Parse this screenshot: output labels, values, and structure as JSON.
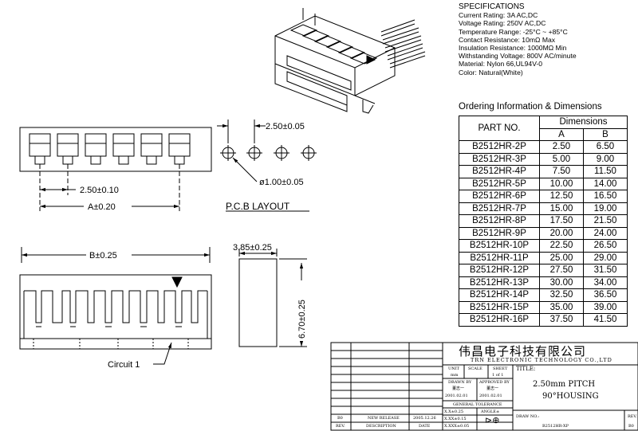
{
  "specifications": {
    "heading": "SPECIFICATIONS",
    "lines": [
      "Current Rating: 3A AC,DC",
      "Voltage Rating: 250V AC,DC",
      "Temperature Range: -25°C ~ +85°C",
      "Contact Resistance: 10mΩ Max",
      "Insulation Resistance: 1000MΩ Min",
      "Withstanding Voltage: 800V AC/minute",
      "Material: Nylon 66,UL94V-0",
      "Color: Natural(White)"
    ]
  },
  "ordering": {
    "title": "Ordering Information & Dimensions",
    "col_part": "PART NO.",
    "col_dims": "Dimensions",
    "col_a": "A",
    "col_b": "B",
    "rows": [
      {
        "part": "B2512HR-2P",
        "a": "2.50",
        "b": "6.50"
      },
      {
        "part": "B2512HR-3P",
        "a": "5.00",
        "b": "9.00"
      },
      {
        "part": "B2512HR-4P",
        "a": "7.50",
        "b": "11.50"
      },
      {
        "part": "B2512HR-5P",
        "a": "10.00",
        "b": "14.00"
      },
      {
        "part": "B2512HR-6P",
        "a": "12.50",
        "b": "16.50"
      },
      {
        "part": "B2512HR-7P",
        "a": "15.00",
        "b": "19.00"
      },
      {
        "part": "B2512HR-8P",
        "a": "17.50",
        "b": "21.50"
      },
      {
        "part": "B2512HR-9P",
        "a": "20.00",
        "b": "24.00"
      },
      {
        "part": "B2512HR-10P",
        "a": "22.50",
        "b": "26.50"
      },
      {
        "part": "B2512HR-11P",
        "a": "25.00",
        "b": "29.00"
      },
      {
        "part": "B2512HR-12P",
        "a": "27.50",
        "b": "31.50"
      },
      {
        "part": "B2512HR-13P",
        "a": "30.00",
        "b": "34.00"
      },
      {
        "part": "B2512HR-14P",
        "a": "32.50",
        "b": "36.50"
      },
      {
        "part": "B2512HR-15P",
        "a": "35.00",
        "b": "39.00"
      },
      {
        "part": "B2512HR-16P",
        "a": "37.50",
        "b": "41.50"
      }
    ]
  },
  "dimensions": {
    "pitch": "2.50±0.10",
    "a_dim": "A±0.20",
    "pcb_pitch": "2.50±0.05",
    "pcb_hole": "ø1.00±0.05",
    "pcb_layout": "P.C.B LAYOUT",
    "b_dim": "B±0.25",
    "depth": "3.85±0.25",
    "height": "6.70±0.25",
    "circuit": "Circuit 1"
  },
  "title_block": {
    "company_cn": "伟昌电子科技有限公司",
    "company_en": "TRN ELECTRONIC TECHNOLOGY CO.,LTD",
    "unit_label": "UNIT",
    "unit_value": "mm",
    "scale_label": "SCALE",
    "sheet_label": "SHEET",
    "sheet_value": "1 of 1",
    "title_label": "TITLE:",
    "title_line1": "2.50mm PITCH",
    "title_line2": "90°HOUSING",
    "drawn_label": "DRAWN BY",
    "drawn_name": "董志一",
    "drawn_date": "2001.02.01",
    "approved_label": "APPROVED BY",
    "approved_name": "董志一",
    "approved_date": "2001.02.01",
    "tolerance_label": "GENERAL TOLERANCE",
    "tol_x": "X.X±0.25",
    "tol_angle": "ANGLE±",
    "tol_xx": "X.XX±0.15",
    "tol_xxx": "X.XXX±0.05",
    "rev_code": "B0",
    "rev_desc": "NEW RELEASE",
    "rev_date": "2005.12.26",
    "rev_label": "REV.",
    "desc_label": "DESCRIPTION",
    "date_label": "DATE",
    "drawno_label": "DRAW NO.:",
    "drawno_value": "B2512HR-XP",
    "rev_col_label": "REV.",
    "rev_col_value": "B0"
  }
}
